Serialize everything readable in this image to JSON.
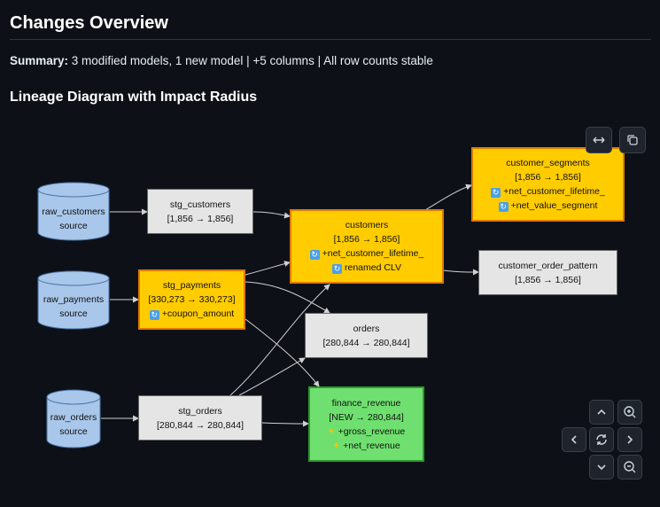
{
  "page": {
    "title": "Changes Overview",
    "summary_label": "Summary:",
    "summary_text": "3 modified models, 1 new model | +5 columns | All row counts stable",
    "section_title": "Lineage Diagram with Impact Radius"
  },
  "nodes": {
    "raw_customers": {
      "name": "raw_customers",
      "sub": "source"
    },
    "raw_payments": {
      "name": "raw_payments",
      "sub": "source"
    },
    "raw_orders": {
      "name": "raw_orders",
      "sub": "source"
    },
    "stg_customers": {
      "name": "stg_customers",
      "rows": "[1,856 → 1,856]"
    },
    "stg_payments": {
      "name": "stg_payments",
      "rows": "[330,273 → 330,273]",
      "change1": "+coupon_amount"
    },
    "stg_orders": {
      "name": "stg_orders",
      "rows": "[280,844 → 280,844]"
    },
    "customers": {
      "name": "customers",
      "rows": "[1,856 → 1,856]",
      "change1": "+net_customer_lifetime_",
      "change2": "renamed CLV"
    },
    "orders": {
      "name": "orders",
      "rows": "[280,844 → 280,844]"
    },
    "finance_revenue": {
      "name": "finance_revenue",
      "rows": "[NEW → 280,844]",
      "change1": "+gross_revenue",
      "change2": "+net_revenue"
    },
    "customer_segments": {
      "name": "customer_segments",
      "rows": "[1,856 → 1,856]",
      "change1": "+net_customer_lifetime_",
      "change2": "+net_value_segment"
    },
    "customer_order_pattern": {
      "name": "customer_order_pattern",
      "rows": "[1,856 → 1,856]"
    }
  },
  "colors": {
    "modified": "#ffcc00",
    "modified_border": "#e07a00",
    "new": "#6fe06f",
    "unchanged": "#e5e5e5",
    "source": "#a9c7ea",
    "edge": "#d0d0d0",
    "background": "#0d1117"
  },
  "icons": {
    "fit": "fit-width-icon",
    "copy": "copy-icon",
    "up": "chevron-up-icon",
    "down": "chevron-down-icon",
    "left": "chevron-left-icon",
    "right": "chevron-right-icon",
    "reset": "refresh-icon",
    "zoom_in": "zoom-in-icon",
    "zoom_out": "zoom-out-icon",
    "changed_column": "changed-column-icon",
    "new_column": "sparkle-icon"
  }
}
